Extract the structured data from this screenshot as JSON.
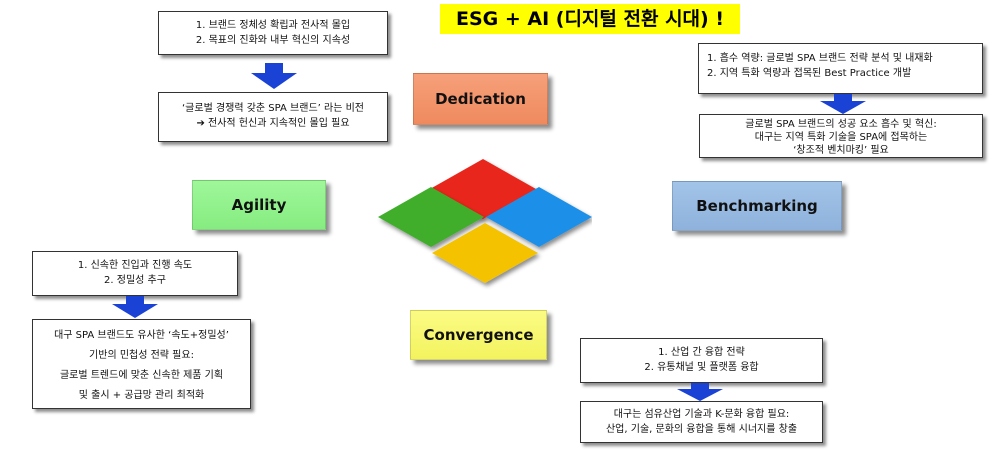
{
  "title": "ESG + AI (디지털 전환 시대) !",
  "labels": {
    "dedication": "Dedication",
    "agility": "Agility",
    "benchmarking": "Benchmarking",
    "convergence": "Convergence"
  },
  "dedication": {
    "box1": [
      "1. 브랜드 정체성 확립과 전사적 몰입",
      "2. 목표의 진화와 내부 혁신의 지속성"
    ],
    "box2": [
      "‘글로벌 경쟁력 갖춘 SPA 브랜드’ 라는 비전",
      "➔ 전사적 헌신과 지속적인 몰입 필요"
    ]
  },
  "benchmarking": {
    "box1": [
      "1. 흡수 역량: 글로벌 SPA 브랜드 전략 분석 및 내재화",
      "2. 지역 특화 역량과 접목된 Best Practice 개발"
    ],
    "box2": [
      "글로벌 SPA 브랜드의 성공 요소 흡수 및 혁신:",
      "대구는 지역 특화 기술을 SPA에 접목하는",
      "‘창조적 벤치마킹’ 필요"
    ]
  },
  "agility": {
    "box1": [
      "1.   신속한 진입과 진행 속도",
      "2. 정밀성 추구"
    ],
    "box2": [
      "대구 SPA 브랜드도 유사한 ‘속도+정밀성’",
      "기반의 민첩성 전략 필요:",
      "글로벌 트렌드에 맞춘 신속한 제품 기획",
      "및 출시 + 공급망 관리 최적화"
    ]
  },
  "convergence": {
    "box1": [
      "1. 산업 간 융합 전략",
      "2. 유통채널 및 플랫폼 융합"
    ],
    "box2": [
      "대구는 섬유산업 기술과 K-문화 융합 필요:",
      "산업, 기술, 문화의 융합을 통해 시너지를 창출"
    ]
  },
  "colors": {
    "title_bg": "#ffff00",
    "arrow": "#1a43d6",
    "diamond_red": "#e8261c",
    "diamond_blue": "#1e8fe8",
    "diamond_green": "#3fae2a",
    "diamond_yellow": "#f5c200",
    "dedication": "#f4956b",
    "agility": "#93f28d",
    "benchmarking": "#99bbe2",
    "convergence": "#f7f772"
  }
}
